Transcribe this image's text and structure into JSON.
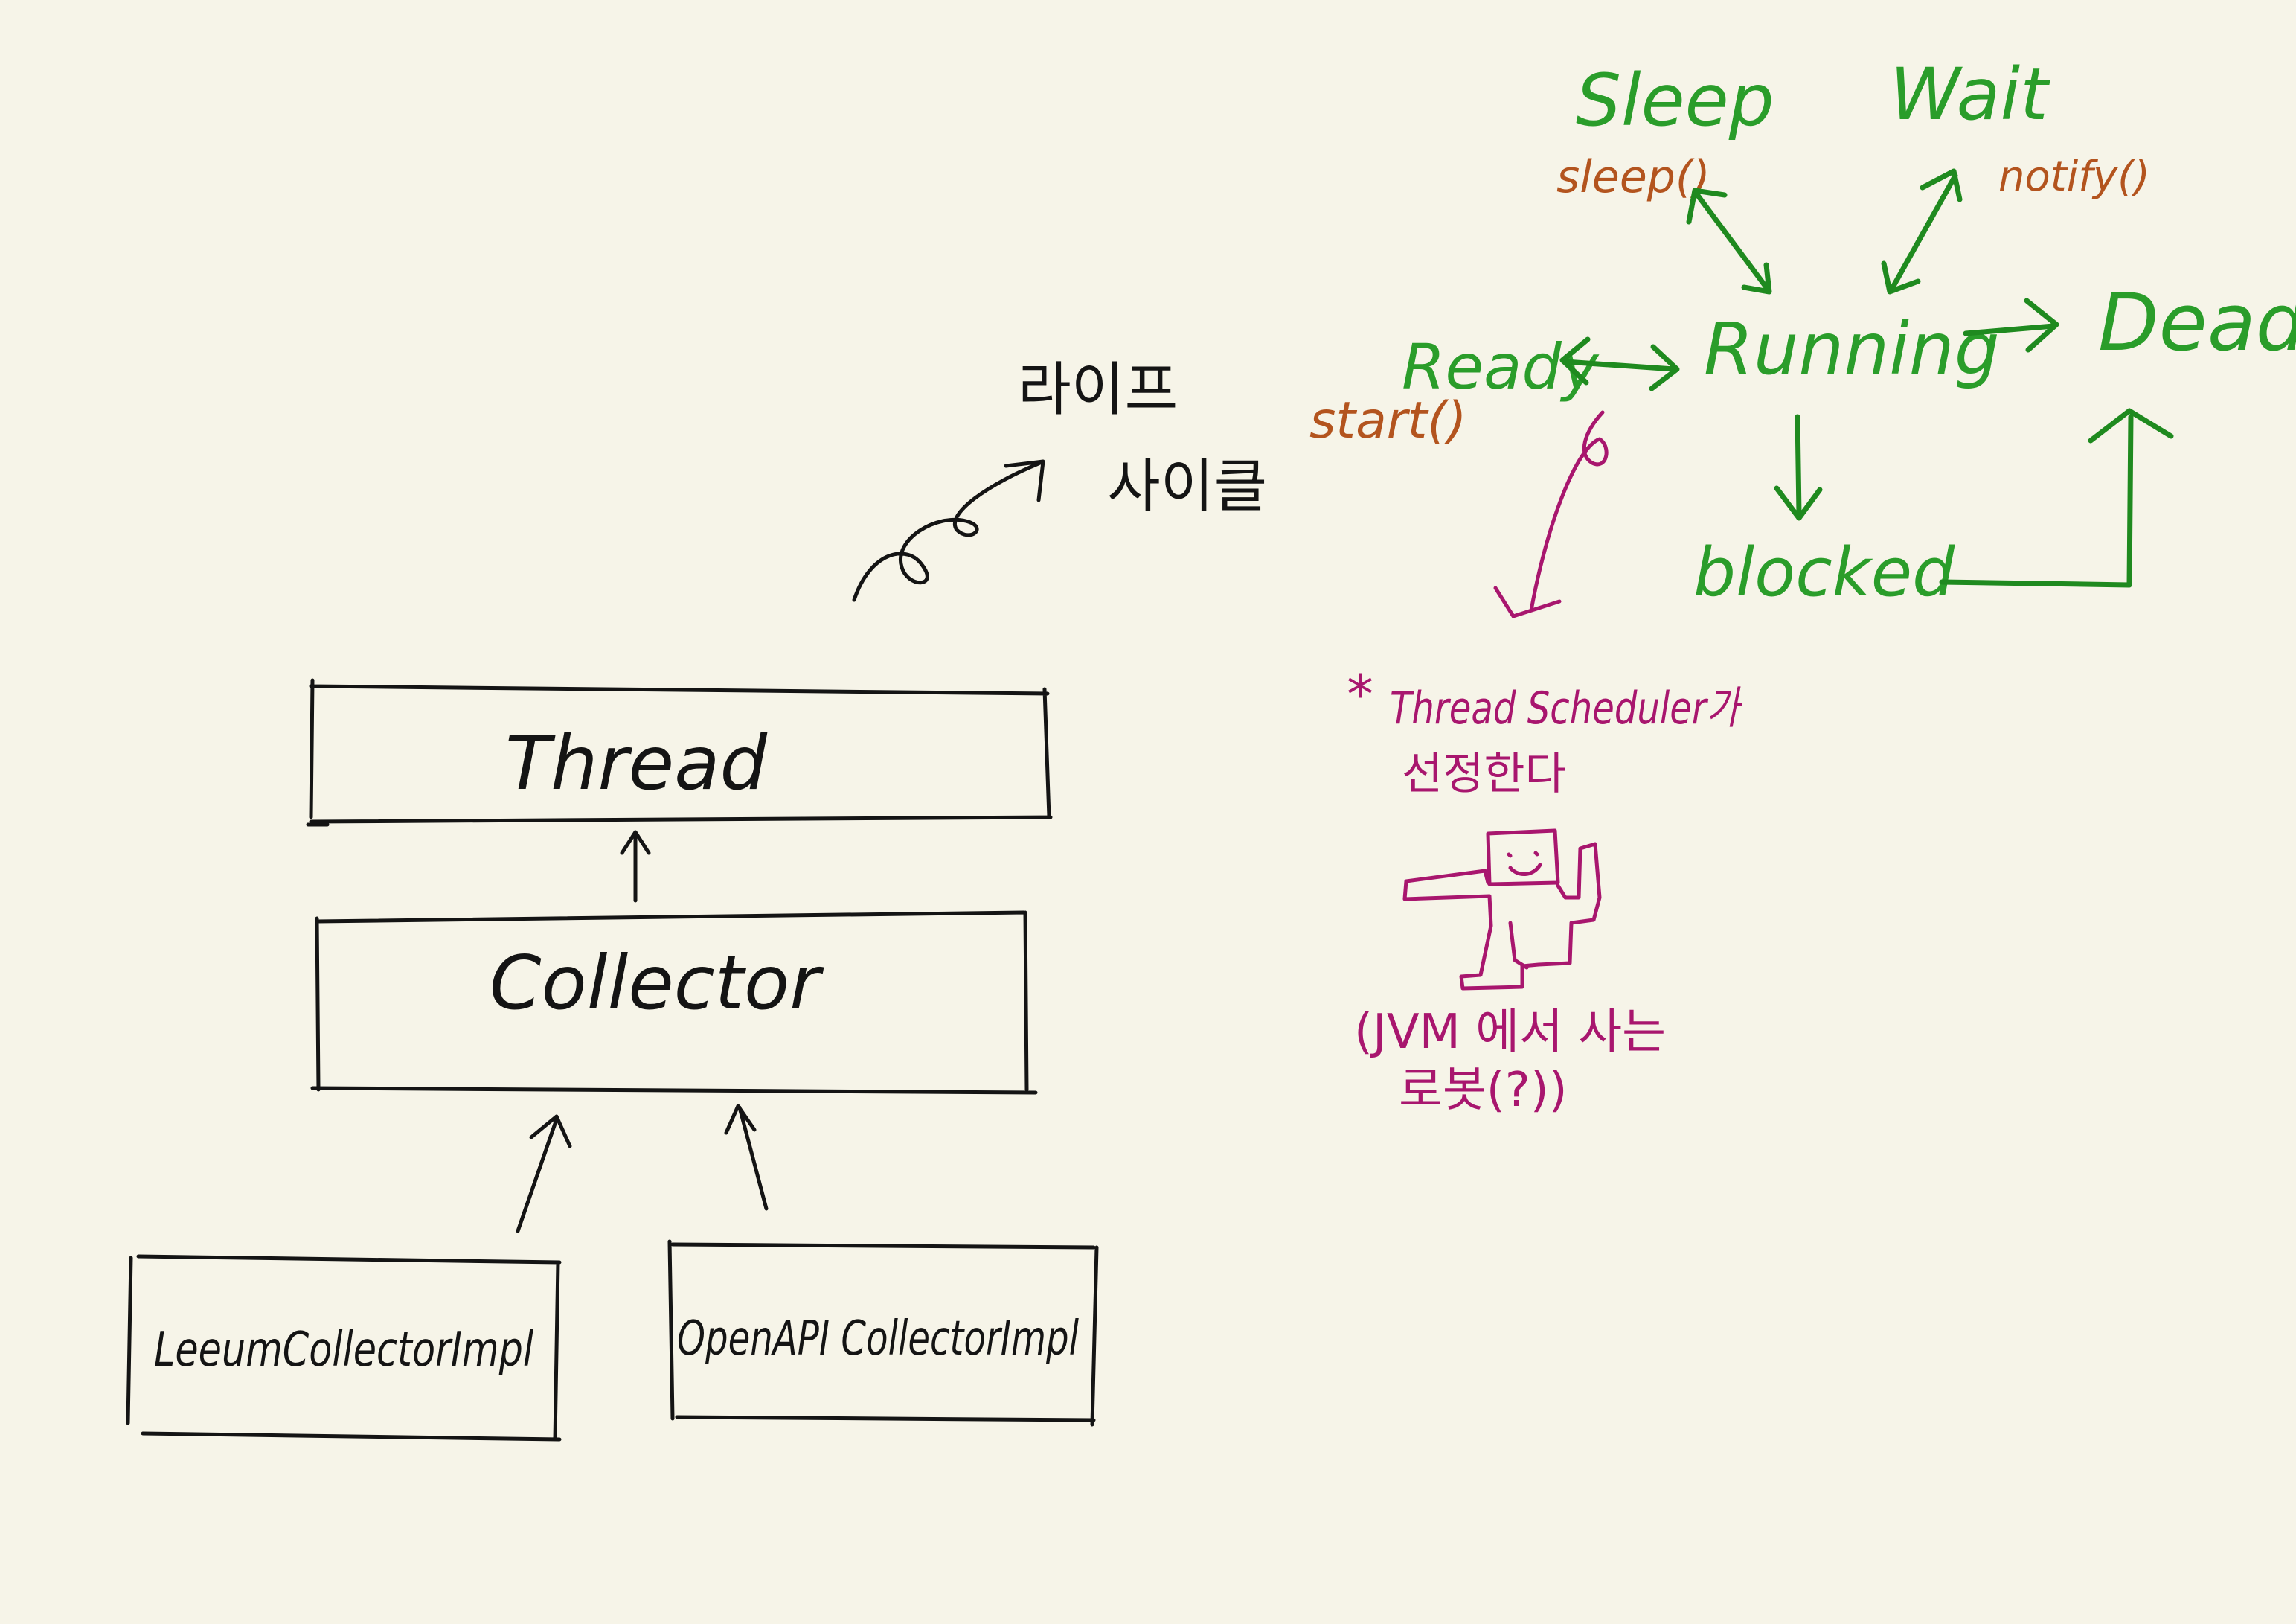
{
  "colors": {
    "background": "#f6f4e8",
    "ink": "#141414",
    "state": "#2a9d2a",
    "arrow_green": "#1f8a1f",
    "method": "#b3541e",
    "note": "#a8166e"
  },
  "class_diagram": {
    "thread": "Thread",
    "collector": "Collector",
    "impl_left": "LeeumCollectorImpl",
    "impl_right": "OpenAPI CollectorImpl"
  },
  "lifecycle_label": {
    "line1": "라이프",
    "line2": "사이클"
  },
  "states": {
    "sleep": "Sleep",
    "wait": "Wait",
    "ready": "Ready",
    "running": "Running",
    "dead": "Dead",
    "blocked": "blocked"
  },
  "methods": {
    "sleep": "sleep()",
    "notify": "notify()",
    "start": "start()"
  },
  "note": {
    "star": "*",
    "line1": "Thread Scheduler가",
    "line2": "선정한다",
    "robot_line1": "(JVM 에서 사는",
    "robot_line2": "로봇(?))"
  }
}
